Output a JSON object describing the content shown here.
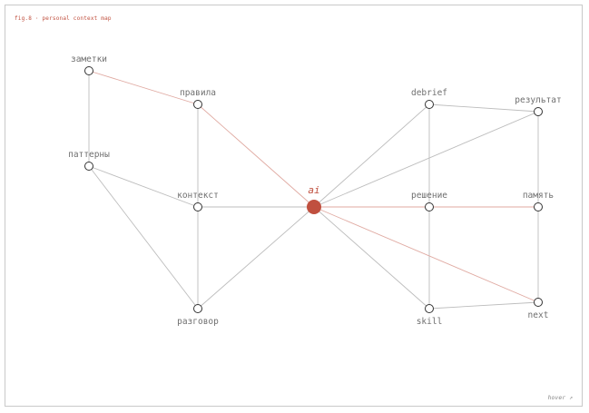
{
  "figure": {
    "caption": "fig.8 · personal context map",
    "hint": "hover ↗"
  },
  "colors": {
    "frame": "#c9c9c9",
    "edge_gray": "#bdbdbd",
    "edge_red": "#e0aaa2",
    "accent": "#c0503f",
    "node_stroke": "#333333",
    "label": "#6f6f6f"
  },
  "nodes": [
    {
      "id": "ai",
      "label": "ai",
      "center": true
    },
    {
      "id": "zametki",
      "label": "заметки"
    },
    {
      "id": "pravila",
      "label": "правила"
    },
    {
      "id": "patterny",
      "label": "паттерны"
    },
    {
      "id": "kontekst",
      "label": "контекст"
    },
    {
      "id": "razgovor",
      "label": "разговор"
    },
    {
      "id": "debrief",
      "label": "debrief"
    },
    {
      "id": "rezultat",
      "label": "результат"
    },
    {
      "id": "reshenie",
      "label": "решение"
    },
    {
      "id": "pamyat",
      "label": "память"
    },
    {
      "id": "skill",
      "label": "skill"
    },
    {
      "id": "next",
      "label": "next"
    }
  ],
  "edges": [
    {
      "from": "zametki",
      "to": "pravila",
      "accent": true
    },
    {
      "from": "zametki",
      "to": "patterny",
      "accent": false
    },
    {
      "from": "pravila",
      "to": "kontekst",
      "accent": false
    },
    {
      "from": "pravila",
      "to": "ai",
      "accent": true
    },
    {
      "from": "patterny",
      "to": "kontekst",
      "accent": false
    },
    {
      "from": "patterny",
      "to": "razgovor",
      "accent": false
    },
    {
      "from": "kontekst",
      "to": "ai",
      "accent": false
    },
    {
      "from": "kontekst",
      "to": "razgovor",
      "accent": false
    },
    {
      "from": "razgovor",
      "to": "ai",
      "accent": false
    },
    {
      "from": "debrief",
      "to": "ai",
      "accent": false
    },
    {
      "from": "debrief",
      "to": "rezultat",
      "accent": false
    },
    {
      "from": "debrief",
      "to": "reshenie",
      "accent": false
    },
    {
      "from": "rezultat",
      "to": "ai",
      "accent": false
    },
    {
      "from": "rezultat",
      "to": "pamyat",
      "accent": false
    },
    {
      "from": "ai",
      "to": "reshenie",
      "accent": true
    },
    {
      "from": "reshenie",
      "to": "pamyat",
      "accent": true
    },
    {
      "from": "reshenie",
      "to": "skill",
      "accent": false
    },
    {
      "from": "ai",
      "to": "skill",
      "accent": false
    },
    {
      "from": "ai",
      "to": "next",
      "accent": true
    },
    {
      "from": "pamyat",
      "to": "next",
      "accent": false
    },
    {
      "from": "skill",
      "to": "next",
      "accent": false
    }
  ]
}
